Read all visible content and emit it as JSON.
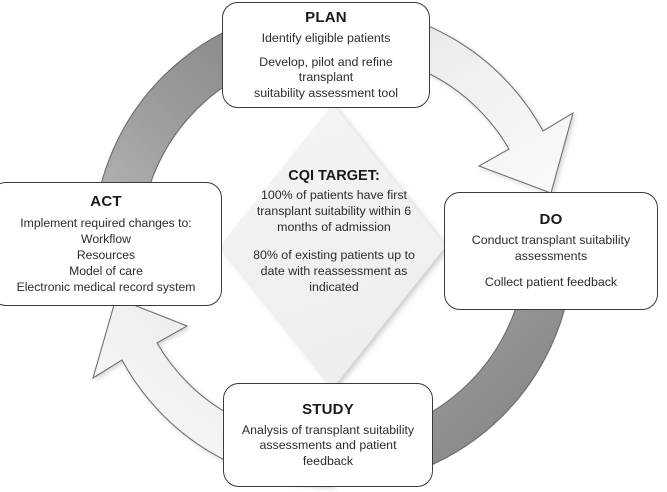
{
  "diagram": {
    "type": "pdsa-cycle",
    "title_hidden": "",
    "center": {
      "title": "CQI TARGET:",
      "paragraphs": [
        "100% of patients have first transplant suitability within 6 months of admission",
        "80% of existing patients up to date with reassessment as indicated"
      ],
      "lines_group_1": [
        "100% of patients have first",
        "transplant suitability within 6",
        "months of admission"
      ],
      "lines_group_2": [
        "80% of existing patients up to",
        "date with reassessment as",
        "indicated"
      ]
    },
    "nodes": [
      {
        "id": "plan",
        "title": "PLAN",
        "lines_group_1": [
          "Identify eligible patients"
        ],
        "lines_group_2": [
          "Develop, pilot and refine transplant",
          "suitability assessment tool"
        ]
      },
      {
        "id": "do",
        "title": "DO",
        "lines_group_1": [
          "Conduct transplant suitability",
          "assessments"
        ],
        "lines_group_2": [
          "Collect patient feedback"
        ]
      },
      {
        "id": "study",
        "title": "STUDY",
        "lines_group_1": [
          "Analysis of transplant suitability",
          "assessments and patient feedback"
        ],
        "lines_group_2": []
      },
      {
        "id": "act",
        "title": "ACT",
        "lines_group_1": [
          "Implement required changes to:",
          "Workflow",
          "Resources",
          "Model of care",
          "Electronic medical record system"
        ],
        "lines_group_2": []
      }
    ],
    "arrows": [
      {
        "id": "plan-to-do",
        "from": "PLAN",
        "to": "DO",
        "direction": "clockwise",
        "style": "light"
      },
      {
        "id": "study-to-act",
        "from": "STUDY",
        "to": "ACT",
        "direction": "clockwise",
        "style": "light"
      },
      {
        "id": "act-to-plan",
        "from": "ACT",
        "to": "PLAN",
        "direction": "clockwise",
        "style": "dark-band"
      },
      {
        "id": "do-to-study",
        "from": "DO",
        "to": "STUDY",
        "direction": "clockwise",
        "style": "dark-band"
      }
    ],
    "colors": {
      "ring_dark": "#8e8e8e",
      "ring_dark_edge": "#5a5a5a",
      "arrow_light_fill": "#f4f4f5",
      "arrow_light_edge": "#6d6d6d",
      "diamond_fill": "#f1f1f2",
      "box_border": "#3a3a3a",
      "box_fill": "#ffffff",
      "text": "#231f20",
      "background": "#ffffff"
    }
  }
}
